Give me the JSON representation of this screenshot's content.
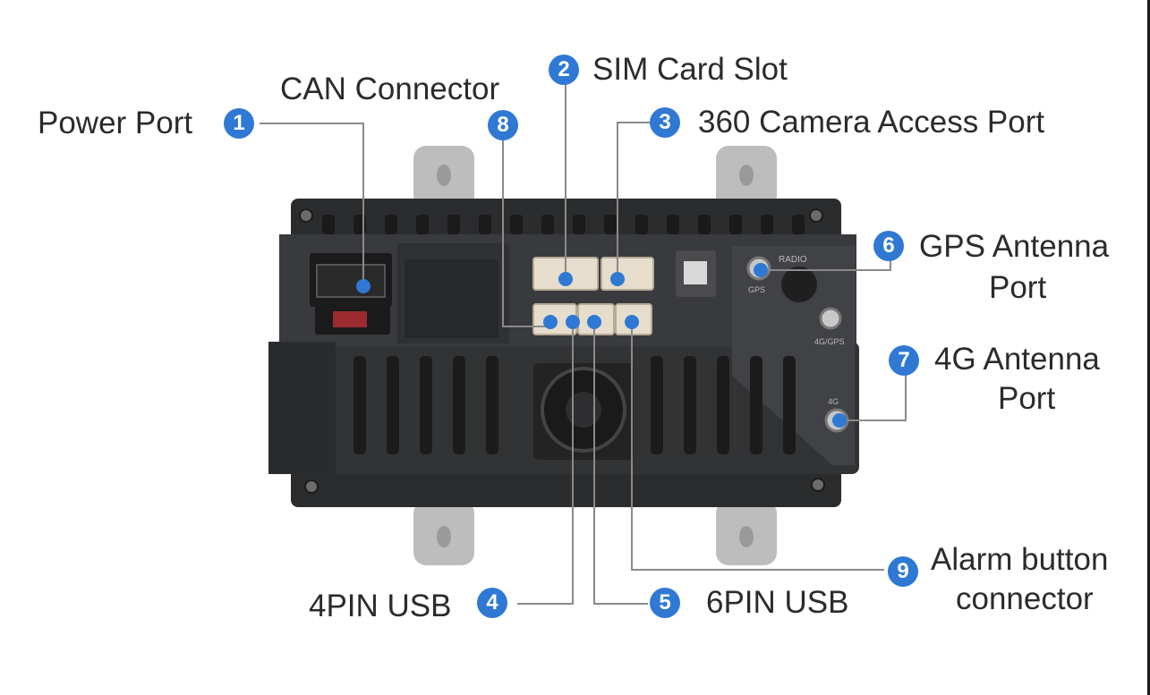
{
  "accent_color": "#2f79d4",
  "callouts": [
    {
      "number": "1",
      "label": "Power Port"
    },
    {
      "number": "2",
      "label": "SIM Card Slot"
    },
    {
      "number": "3",
      "label": "360 Camera Access Port"
    },
    {
      "number": "4",
      "label": "4PIN USB"
    },
    {
      "number": "5",
      "label": "6PIN USB"
    },
    {
      "number": "6",
      "label": "GPS Antenna",
      "label_line2": "Port"
    },
    {
      "number": "7",
      "label": "4G Antenna",
      "label_line2": "Port"
    },
    {
      "number": "8",
      "label": "CAN Connector"
    },
    {
      "number": "9",
      "label": "Alarm button",
      "label_line2": "connector"
    }
  ],
  "device_markings": {
    "radio": "RADIO",
    "gps": "GPS",
    "fourg_gps": "4G/GPS",
    "fourg": "4G"
  }
}
